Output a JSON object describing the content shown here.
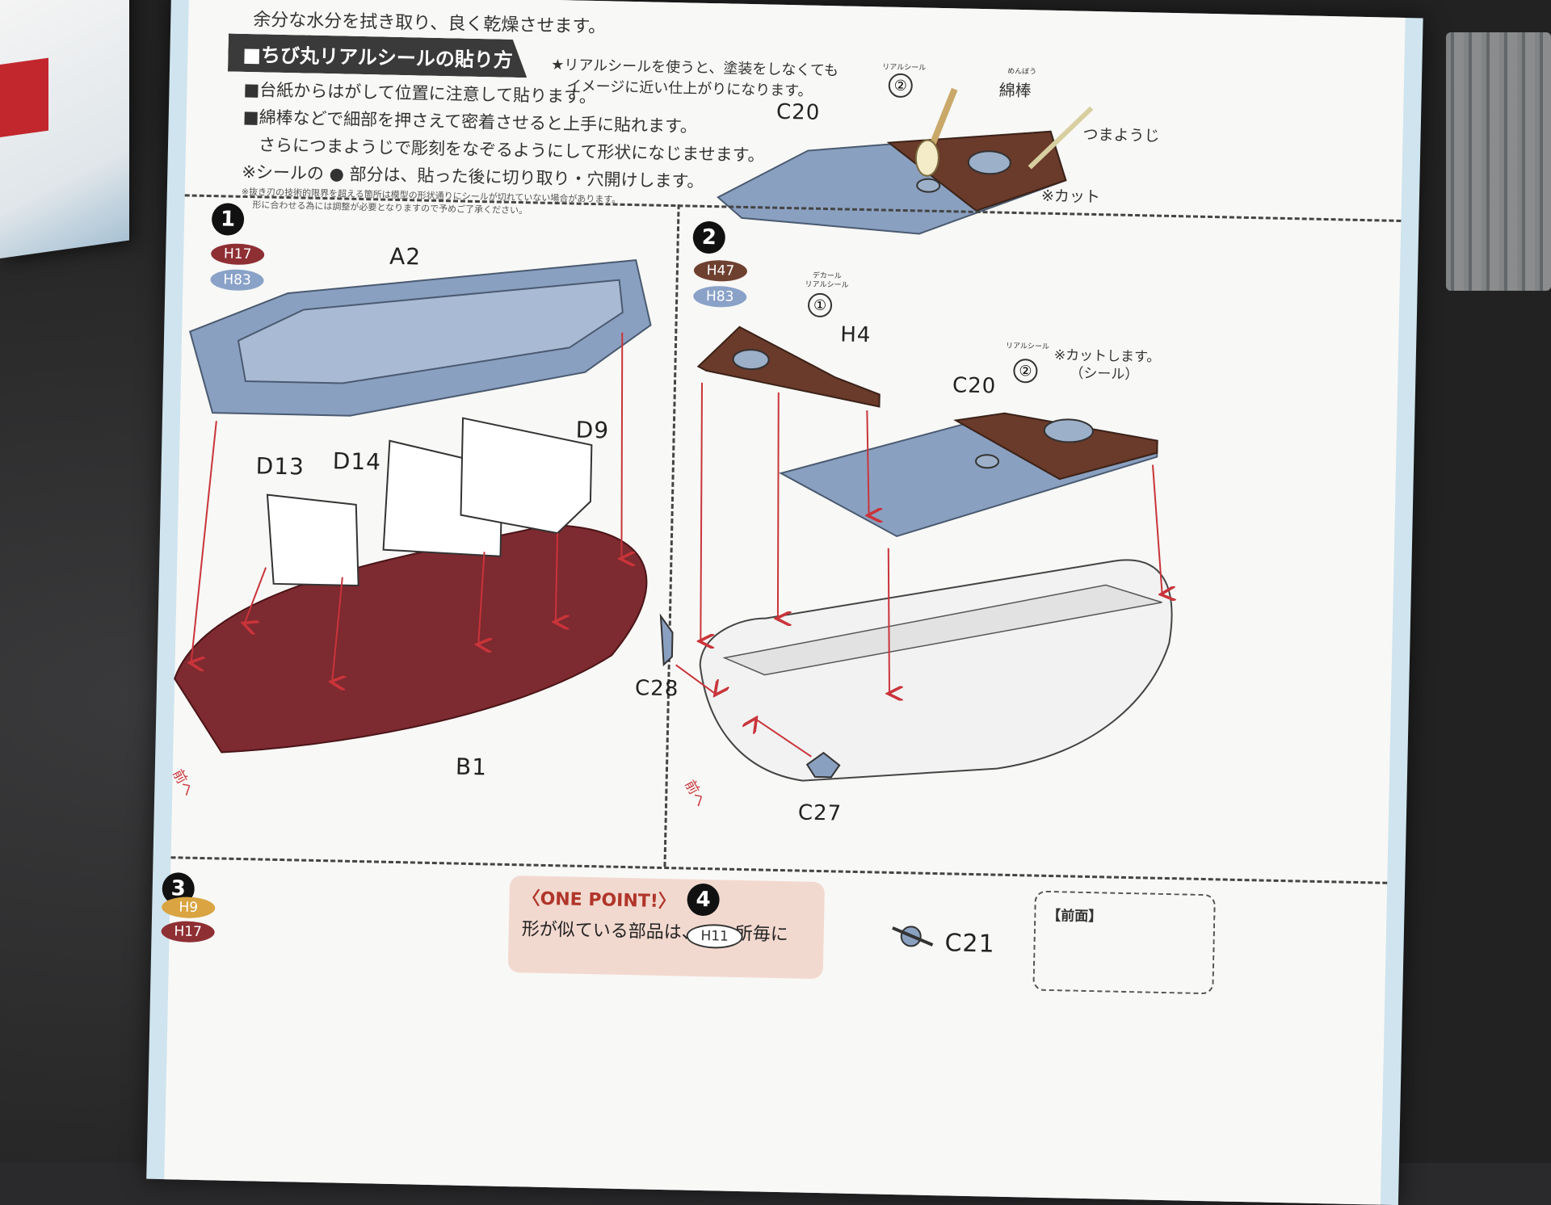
{
  "top_note": "余分な水分を拭き取り、良く乾燥させます。",
  "seal": {
    "title": "■ちび丸リアルシールの貼り方",
    "star_note_1": "★リアルシールを使うと、塗装をしなくても",
    "star_note_2": "イメージに近い仕上がりになります。",
    "line_1": "■台紙からはがして位置に注意して貼ります。",
    "line_2": "■綿棒などで細部を押さえて密着させると上手に貼れます。",
    "line_3": "さらにつまようじで彫刻をなぞるようにして形状になじませます。",
    "line_4": "※シールの ● 部分は、貼った後に切り取り・穴開けします。",
    "fine_1": "※抜き刃の技術的限界を超える箇所は模型の形状通りにシールが切れていない場合があります。",
    "fine_2": "形に合わせる為には調整が必要となりますので予めご了承ください。",
    "sticker_label": "リアルシール",
    "sticker_num": "②",
    "part": "C20",
    "cotton_ruby": "めんぼう",
    "cotton": "綿棒",
    "toothpick": "つまようじ",
    "cut": "※カット"
  },
  "step1": {
    "num": "1",
    "paints": [
      {
        "code": "H17",
        "color": "#8e2f34"
      },
      {
        "code": "H83",
        "color": "#8aa2c8"
      }
    ],
    "parts": {
      "a2": "A2",
      "d13": "D13",
      "d14": "D14",
      "d9": "D9",
      "b1": "B1"
    },
    "front": "前へ"
  },
  "step2": {
    "num": "2",
    "paints": [
      {
        "code": "H47",
        "color": "#6e4030"
      },
      {
        "code": "H83",
        "color": "#8aa2c8"
      }
    ],
    "parts": {
      "h4": "H4",
      "c20": "C20",
      "c28": "C28",
      "c27": "C27"
    },
    "decal_label_1": "デカール",
    "decal_label_2": "リアルシール",
    "decal_num_1": "①",
    "decal_num_2": "②",
    "cut_note_1": "※カットします。",
    "cut_note_2": "（シール）",
    "front": "前へ"
  },
  "step3": {
    "num": "3",
    "paints": [
      {
        "code": "H9",
        "color": "#d9a441"
      },
      {
        "code": "H17",
        "color": "#8e2f34"
      }
    ],
    "one_point_title": "〈ONE POINT!〉",
    "one_point_body": "形が似ている部品は、一ヶ所毎に"
  },
  "step4": {
    "num": "4",
    "paint": "H11",
    "part": "C21",
    "front_label": "【前面】"
  },
  "colors": {
    "hull_red": "#7d2a30",
    "deck_wood": "#6a3a2a",
    "gray_blue": "#8aa0c0",
    "arrow": "#c9343a"
  }
}
